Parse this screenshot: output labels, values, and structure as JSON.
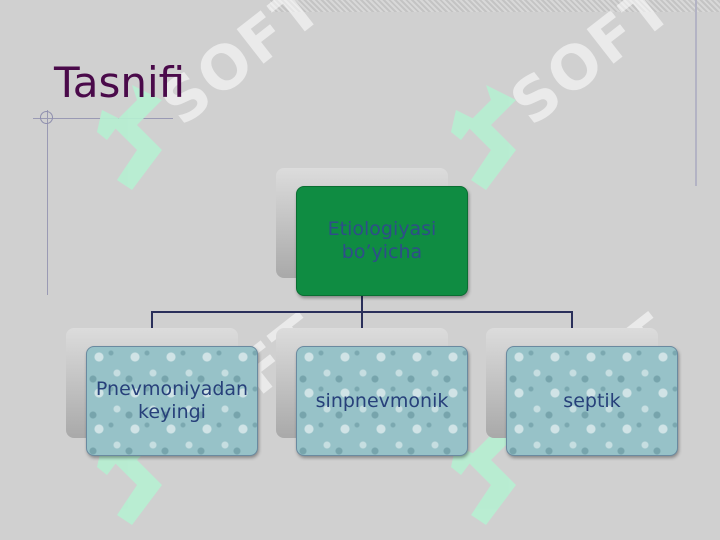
{
  "slide": {
    "title": "Tasnifi"
  },
  "watermark": {
    "text": "SOFT"
  },
  "diagram": {
    "root": {
      "label": "Etiologiyasi bo’yicha"
    },
    "children": [
      {
        "label": "Pnevmoniyadan keyingi"
      },
      {
        "label": "sinpnevmonik"
      },
      {
        "label": "septik"
      }
    ]
  },
  "colors": {
    "background": "#d0d0d0",
    "title": "#4a0a4a",
    "root_fill": "#0f8c42",
    "child_fill": "#97c2c8",
    "node_text": "#27407a",
    "connector": "#2a2f5a"
  }
}
